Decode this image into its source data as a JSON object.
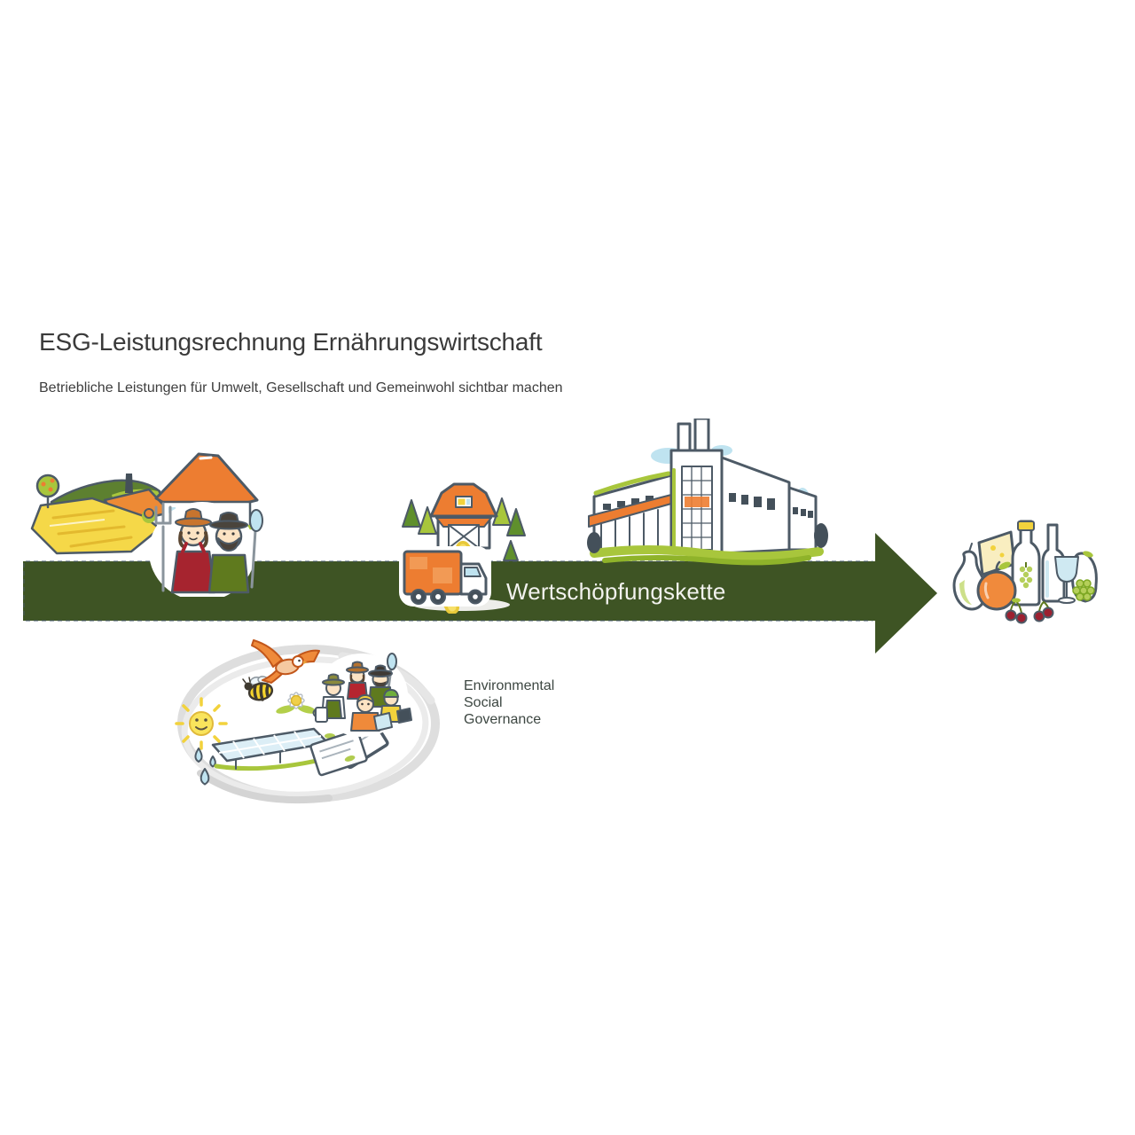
{
  "page": {
    "title": "ESG-Leistungsrechnung Ernährungswirtschaft",
    "subtitle": "Betriebliche Leistungen für Umwelt, Gesellschaft und Gemeinwohl sichtbar machen",
    "background_color": "#ffffff"
  },
  "value_chain": {
    "label": "Wertschöpfungskette",
    "arrow_color": "#3e5424",
    "label_color": "#f2f2ee"
  },
  "esg": {
    "items": [
      {
        "label": "Environmental"
      },
      {
        "label": "Social"
      },
      {
        "label": "Governance"
      }
    ]
  },
  "illustrations": {
    "farm": "farm-fields-farmhouse-and-two-farmers",
    "logistics": "barn-pine-trees-road-and-delivery-truck",
    "factory": "food-processing-factory-building",
    "products": "pear-cheese-apple-wine-bottles-glass-grapes-cherries",
    "esg_cycle": "sketch-oval-with-sun-waterdrops-solar-panels-documents-bee-bird-flower-and-people"
  },
  "palette": {
    "outline": "#4d5a66",
    "orange": "#ed7d31",
    "lime_green": "#a8c63c",
    "dark_green": "#5f7a1e",
    "yellow": "#f2d23c",
    "light_blue": "#bfe3f0",
    "red": "#a6242f",
    "sketch_gray": "#dedede"
  }
}
